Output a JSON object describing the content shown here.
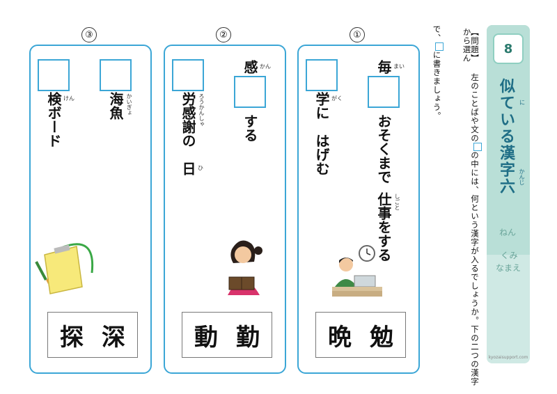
{
  "title": {
    "number": "8",
    "text": "似ている漢字六",
    "furigana_ni": "に",
    "furigana_kanji": "かんじ",
    "nen": "ねん",
    "kumi": "くみ",
    "namae": "なまえ",
    "site": "kyozaisupport.com"
  },
  "instructions": {
    "line1": "【問題】 左のことばや文の",
    "line1b": "の中には、何という漢字が入るでしょうか。下の二つの漢字から選ん",
    "line2a": "で、",
    "line2b": "に書きましょう。"
  },
  "panels": [
    {
      "label": "①",
      "phrase1": {
        "before": "毎",
        "before_furi": "まい",
        "after": "おそくまで",
        "after2": "仕事をする",
        "after2_furi": "しごと"
      },
      "phrase2": {
        "after": "学に　はげむ",
        "after_furi": "がく"
      },
      "choices": [
        "晩",
        "勉"
      ]
    },
    {
      "label": "②",
      "phrase1": {
        "before": "感",
        "before_furi": "かん",
        "after": "する"
      },
      "phrase2": {
        "after": "労感謝の　日",
        "after_furi": "ろうかんしゃ",
        "hi_furi": "ひ"
      },
      "choices": [
        "動",
        "勤"
      ]
    },
    {
      "label": "③",
      "phrase1": {
        "after": "海魚",
        "after_furi": "かいぎょ"
      },
      "phrase2": {
        "after": "検ボード",
        "after_furi": "けん"
      },
      "choices": [
        "探",
        "深"
      ]
    }
  ]
}
